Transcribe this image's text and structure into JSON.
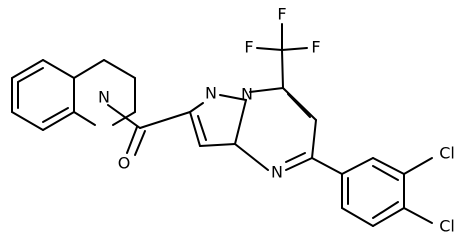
{
  "atoms": {
    "n_quinoline": "N",
    "o_carbonyl": "O",
    "n_pyrazole_1": "N",
    "n_bridge": "N",
    "n_pyrimidine": "N",
    "f1": "F",
    "f2": "F",
    "f3": "F",
    "cl1": "Cl",
    "cl2": "Cl"
  }
}
